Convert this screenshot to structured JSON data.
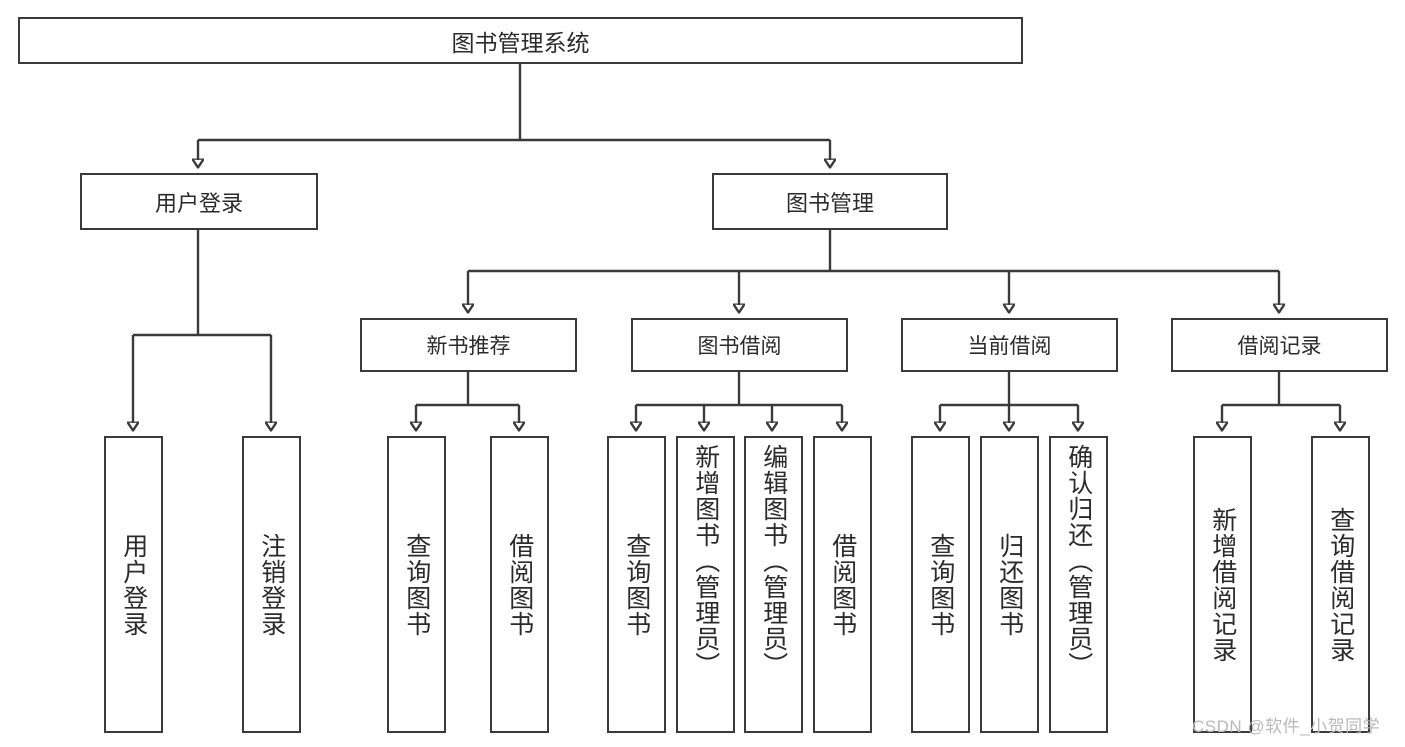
{
  "diagram": {
    "type": "tree",
    "title": "图书管理系统",
    "root": {
      "id": "root",
      "label": "图书管理系统"
    },
    "level2": [
      {
        "id": "user-login",
        "label": "用户登录"
      },
      {
        "id": "book-manage",
        "label": "图书管理"
      }
    ],
    "level3": [
      {
        "id": "new-book-recommend",
        "label": "新书推荐",
        "parent": "book-manage"
      },
      {
        "id": "book-borrow",
        "label": "图书借阅",
        "parent": "book-manage"
      },
      {
        "id": "current-borrow",
        "label": "当前借阅",
        "parent": "book-manage"
      },
      {
        "id": "borrow-record",
        "label": "借阅记录",
        "parent": "book-manage"
      }
    ],
    "leaves": [
      {
        "id": "leaf-user-login",
        "label": "用户登录",
        "parent": "user-login"
      },
      {
        "id": "leaf-logout",
        "label": "注销登录",
        "parent": "user-login"
      },
      {
        "id": "leaf-query-book-1",
        "label": "查询图书",
        "parent": "new-book-recommend"
      },
      {
        "id": "leaf-borrow-book-1",
        "label": "借阅图书",
        "parent": "new-book-recommend"
      },
      {
        "id": "leaf-query-book-2",
        "label": "查询图书",
        "parent": "book-borrow"
      },
      {
        "id": "leaf-add-book",
        "label": "新增图书（管理员）",
        "parent": "book-borrow"
      },
      {
        "id": "leaf-edit-book",
        "label": "编辑图书（管理员）",
        "parent": "book-borrow"
      },
      {
        "id": "leaf-borrow-book-2",
        "label": "借阅图书",
        "parent": "book-borrow"
      },
      {
        "id": "leaf-query-book-3",
        "label": "查询图书",
        "parent": "current-borrow"
      },
      {
        "id": "leaf-return-book",
        "label": "归还图书",
        "parent": "current-borrow"
      },
      {
        "id": "leaf-confirm-return",
        "label": "确认归还（管理员）",
        "parent": "current-borrow"
      },
      {
        "id": "leaf-add-record",
        "label": "新增借阅记录",
        "parent": "borrow-record"
      },
      {
        "id": "leaf-query-record",
        "label": "查询借阅记录",
        "parent": "borrow-record"
      }
    ],
    "colors": {
      "box_border": "#3a3a3a",
      "box_fill": "#ffffff",
      "text": "#2b2b2b",
      "edge": "#3a3a3a",
      "watermark": "#b9b9b9",
      "background": "#ffffff"
    }
  },
  "watermark": {
    "text": "CSDN @软件_小贺同学"
  }
}
